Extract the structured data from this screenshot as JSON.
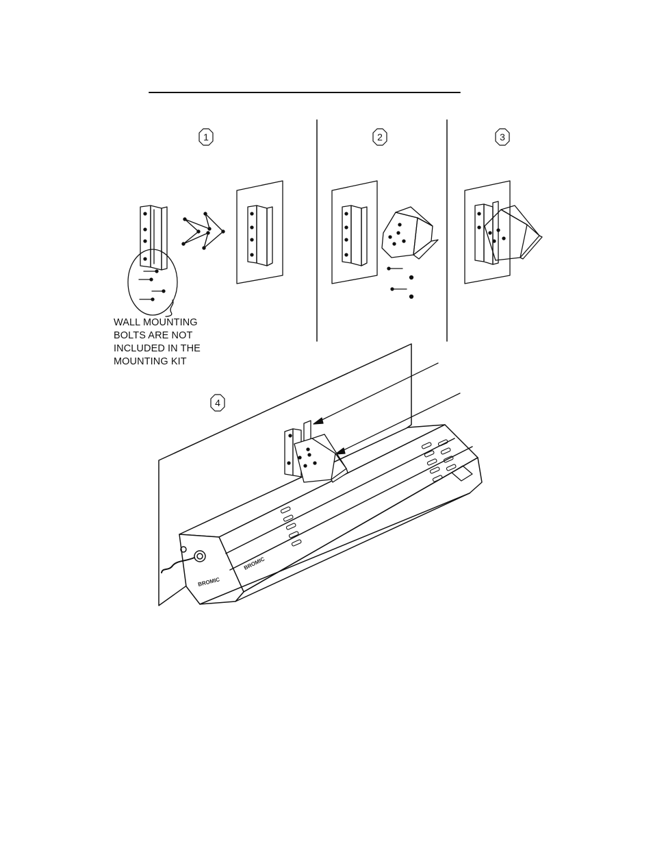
{
  "steps": [
    {
      "number": "1"
    },
    {
      "number": "2"
    },
    {
      "number": "3"
    },
    {
      "number": "4"
    }
  ],
  "note": {
    "lines": [
      "WALL MOUNTING",
      "BOLTS ARE NOT",
      "INCLUDED IN THE",
      "MOUNTING KIT"
    ]
  },
  "heater": {
    "brand_label": "BROMIC"
  },
  "colors": {
    "ink": "#111111",
    "paper": "#ffffff"
  }
}
